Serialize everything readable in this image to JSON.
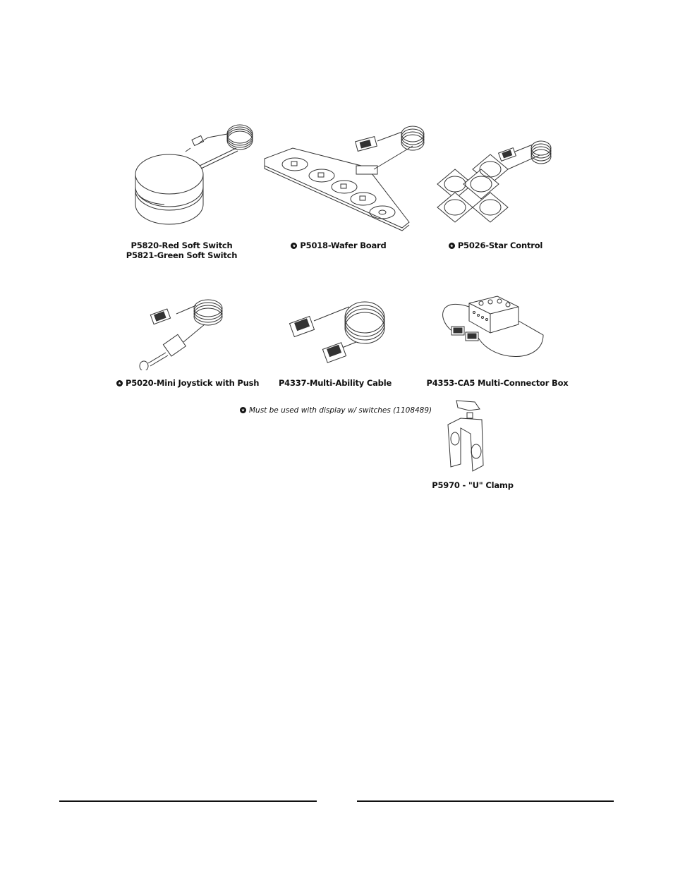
{
  "products": [
    {
      "id": "soft-switch",
      "lines": [
        "P5820-Red Soft Switch",
        "P5821-Green Soft Switch"
      ],
      "requires_display": false
    },
    {
      "id": "wafer-board",
      "lines": [
        "P5018-Wafer Board"
      ],
      "requires_display": true
    },
    {
      "id": "star-control",
      "lines": [
        "P5026-Star Control"
      ],
      "requires_display": true
    },
    {
      "id": "mini-joystick",
      "lines": [
        "P5020-Mini Joystick with Push"
      ],
      "requires_display": true
    },
    {
      "id": "multi-ability-cable",
      "lines": [
        "P4337-Multi-Ability Cable"
      ],
      "requires_display": false
    },
    {
      "id": "multi-connector-box",
      "lines": [
        "P4353-CA5 Multi-Connector Box"
      ],
      "requires_display": false
    },
    {
      "id": "u-clamp",
      "lines": [
        "P5970 - \"U\" Clamp"
      ],
      "requires_display": false
    }
  ],
  "footnote": {
    "icon": "star-circle-icon",
    "text": "Must be used with display w/ switches (1108489)"
  },
  "footer": {
    "rules": [
      "left-rule",
      "right-rule"
    ]
  }
}
